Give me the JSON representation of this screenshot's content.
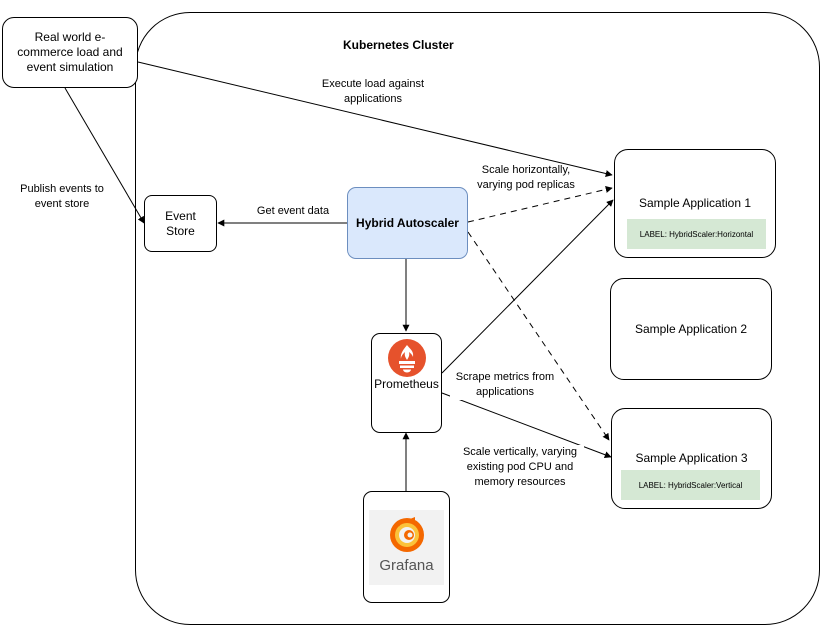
{
  "cluster": {
    "title": "Kubernetes Cluster"
  },
  "nodes": {
    "simulation": "Real world e-commerce load and event simulation",
    "event_store": "Event Store",
    "autoscaler": "Hybrid Autoscaler",
    "prometheus": "Prometheus",
    "grafana": "Grafana",
    "app1": {
      "title": "Sample Application 1",
      "label": "LABEL: HybridScaler:Horizontal"
    },
    "app2": {
      "title": "Sample Application 2"
    },
    "app3": {
      "title": "Sample Application 3",
      "label": "LABEL: HybridScaler:Vertical"
    }
  },
  "edges": {
    "execute_load": "Execute load against applications",
    "publish_events": "Publish events to event store",
    "get_event_data": "Get event data",
    "scale_horizontal": "Scale horizontally, varying pod replicas",
    "scrape_metrics": "Scrape metrics from applications",
    "scale_vertical": "Scale vertically, varying existing pod CPU and memory resources"
  },
  "colors": {
    "autoscaler_fill": "#dae8fc",
    "autoscaler_border": "#6c8ebf",
    "label_fill": "#d5e8d4",
    "prometheus_red": "#e6522c",
    "grafana_orange": "#f46800"
  }
}
